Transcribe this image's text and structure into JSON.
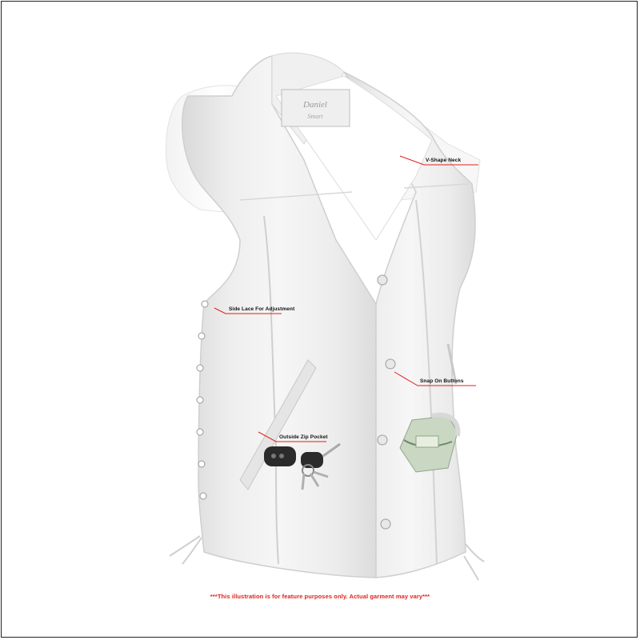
{
  "product": {
    "brand_label_line1": "Daniel",
    "brand_label_line2": "Smart"
  },
  "callouts": {
    "v_neck": "V-Shape Neck",
    "side_lace": "Side Lace For Adjustment",
    "snap_buttons": "Snap On Buttons",
    "zip_pocket": "Outside Zip Pocket"
  },
  "disclaimer": "***This illustration is for feature purposes only. Actual garment may vary***",
  "colors": {
    "callout_line": "#e0201b",
    "disclaimer": "#e0201b",
    "vest": "#f3f3f3",
    "mannequin": "#ffffff"
  }
}
